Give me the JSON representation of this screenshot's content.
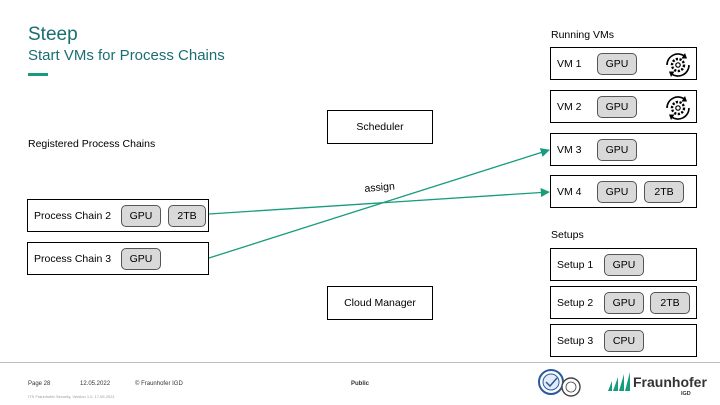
{
  "header": {
    "title": "Steep",
    "subtitle": "Start VMs for Process Chains"
  },
  "registered": {
    "heading": "Registered Process Chains",
    "chains": [
      {
        "name": "Process Chain 2",
        "tags": [
          "GPU",
          "2TB"
        ]
      },
      {
        "name": "Process Chain 3",
        "tags": [
          "GPU"
        ]
      }
    ]
  },
  "center": {
    "scheduler": "Scheduler",
    "cloud_manager": "Cloud Manager",
    "assign_label": "assign"
  },
  "running": {
    "heading": "Running VMs",
    "vms": [
      {
        "name": "VM 1",
        "tags": [
          "GPU"
        ],
        "icon": "gear-cycle-icon"
      },
      {
        "name": "VM 2",
        "tags": [
          "GPU"
        ],
        "icon": "gear-cycle-icon"
      },
      {
        "name": "VM 3",
        "tags": [
          "GPU"
        ]
      },
      {
        "name": "VM 4",
        "tags": [
          "GPU",
          "2TB"
        ]
      }
    ]
  },
  "setups": {
    "heading": "Setups",
    "items": [
      {
        "name": "Setup 1",
        "tags": [
          "GPU"
        ]
      },
      {
        "name": "Setup 2",
        "tags": [
          "GPU",
          "2TB"
        ]
      },
      {
        "name": "Setup 3",
        "tags": [
          "CPU"
        ]
      }
    ]
  },
  "footer": {
    "page": "Page 28",
    "date": "12.05.2022",
    "copyright": "© Fraunhofer IGD",
    "classification": "Public",
    "small_print": "ITS Fraunhofer Security, Version 1.0, 17.05.2021",
    "logo_text": "Fraunhofer",
    "logo_sub": "IGD"
  },
  "colors": {
    "title": "#1a6e72",
    "accent": "#179c7d",
    "arrow": "#179c7d",
    "tag_fill": "#d9d9d9"
  }
}
